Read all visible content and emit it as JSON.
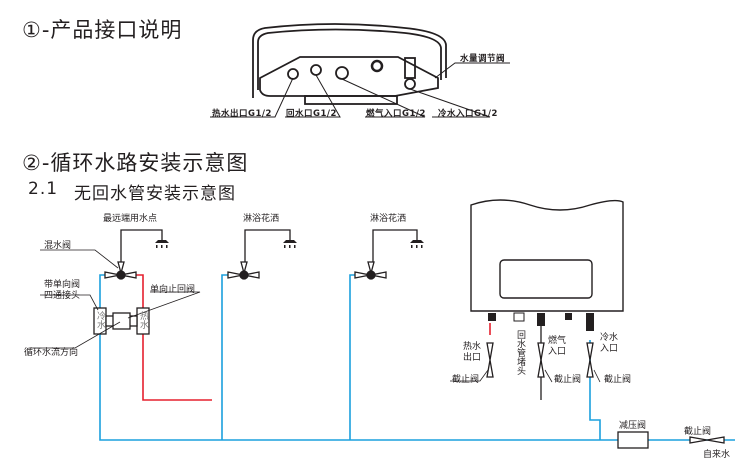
{
  "section1": {
    "title": "①-产品接口说明",
    "labels": {
      "hot_out": "热水出口G1/2",
      "return": "回水口G1/2",
      "gas_in": "燃气入口G1/2",
      "cold_in": "冷水入口G1/2",
      "flow_valve": "水量调节阀"
    }
  },
  "section2": {
    "title": "②-循环水路安装示意图",
    "subtitle_num": "2.1",
    "subtitle": "无回水管安装示意图"
  },
  "diagram": {
    "farthest_point": "最远端用水点",
    "mix_valve": "混水阀",
    "four_way_l1": "带单向阀",
    "four_way_l2": "四通接头",
    "check_valve": "单向止回阀",
    "flow_dir": "循环水流方向",
    "cold_char": "冷水",
    "hot_char": "热水",
    "shower1": "淋浴花洒",
    "shower2": "淋浴花洒",
    "hot_outlet": "热水出口",
    "hot_outlet_l1": "热水",
    "hot_outlet_l2": "出口",
    "return_plug": "回水管堵头",
    "gas_l1": "燃气",
    "gas_l2": "入口",
    "cold_l1": "冷水",
    "cold_l2": "入口",
    "stop_valve": "截止阀",
    "pressure_valve": "减压阀",
    "tap_water": "自来水"
  },
  "colors": {
    "hot": "#e5202e",
    "cold": "#1ca0de",
    "line": "#231f20"
  }
}
